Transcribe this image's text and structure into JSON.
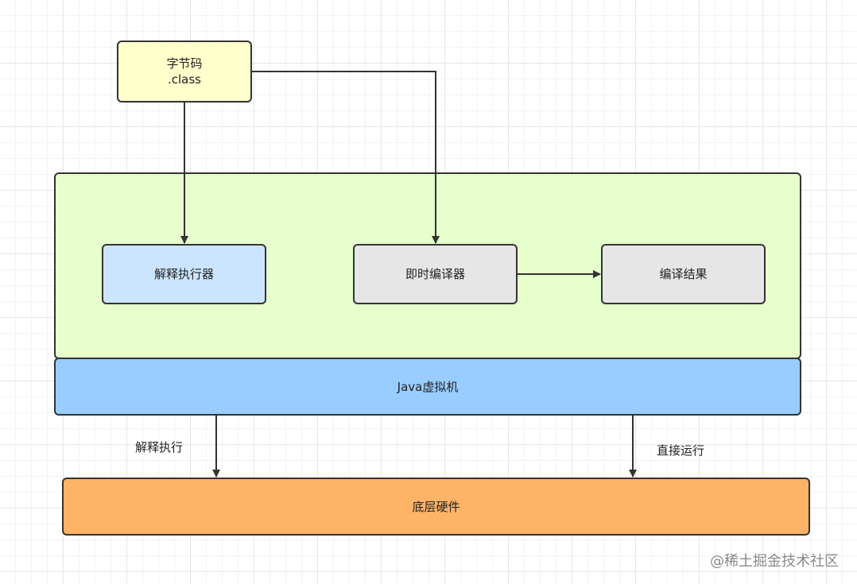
{
  "bytecode": {
    "line1": "字节码",
    "line2": ".class"
  },
  "interpreter": "解释执行器",
  "jit_compiler": "即时编译器",
  "compile_result": "编译结果",
  "jvm": "Java虚拟机",
  "hardware": "底层硬件",
  "edge_labels": {
    "interpret": "解释执行",
    "direct_run": "直接运行"
  },
  "watermark": "@稀土掘金技术社区",
  "colors": {
    "bytecode_fill": "#ffffcc",
    "jvm_container_fill": "#e6ffcc",
    "interpreter_fill": "#cce5ff",
    "jit_fill": "#e6e6e6",
    "jvm_bar_fill": "#99ccff",
    "hardware_fill": "#ffb366",
    "stroke": "#333333"
  }
}
